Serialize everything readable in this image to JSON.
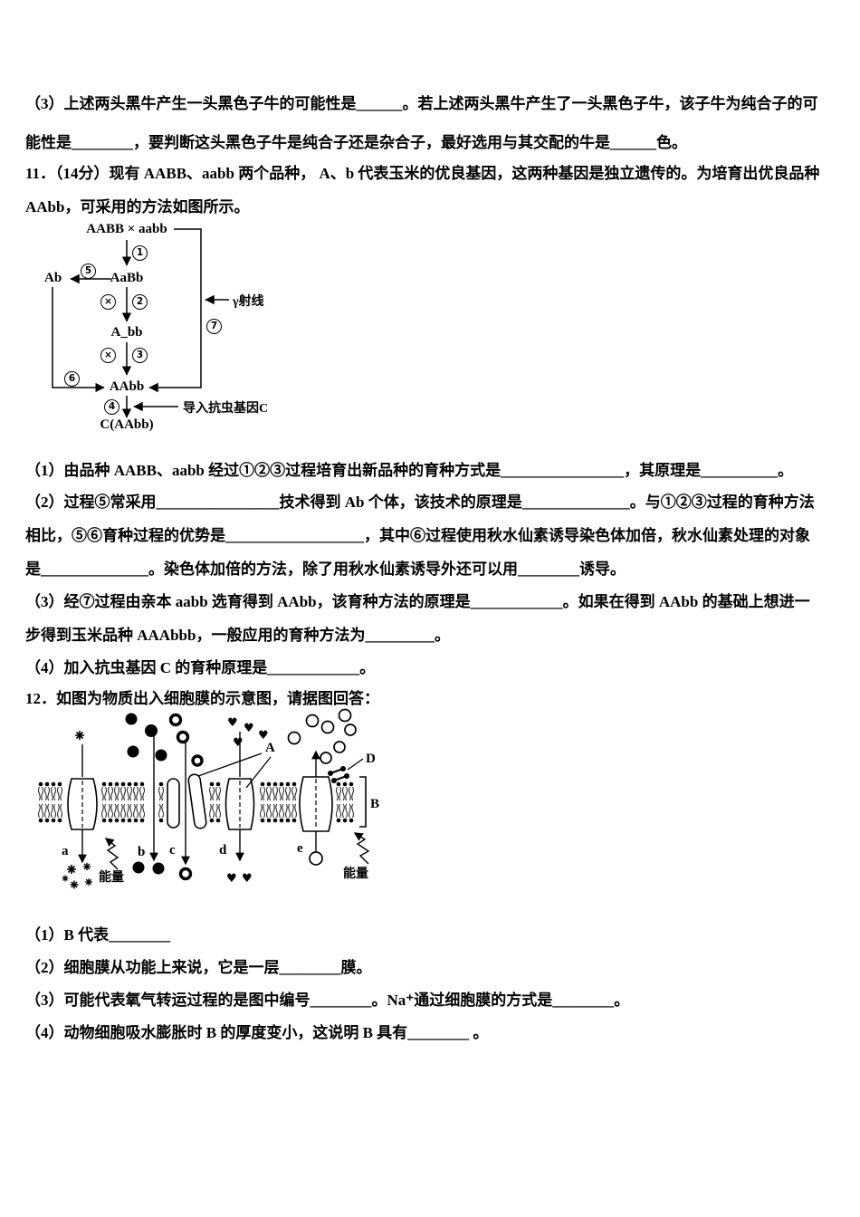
{
  "doc": {
    "q10c": {
      "l1": "（3）上述两头黑牛产生一头黑色子牛的可能性是______。若上述两头黑牛产生了一头黑色子牛，该子牛为纯合子的可",
      "l2": "能性是________，要判断这头黑色子牛是纯合子还是杂合子，最好选用与其交配的牛是______色。"
    },
    "q11": {
      "head1": "11．（14分）现有 AABB、aabb 两个品种， A、b 代表玉米的优良基因，这两种基因是独立遗传的。为培育出优良品种",
      "head2": "AAbb，可采用的方法如图所示。",
      "diagram": {
        "parents": "AABB × aabb",
        "f1": "AaBb",
        "f2": "A_bb",
        "target": "AAbb",
        "final": "C(AAbb)",
        "gamete": "Ab",
        "steps": {
          "s1": "1",
          "s2": "2",
          "s3": "3",
          "s4": "4",
          "s5": "5",
          "s6": "6",
          "s7": "7"
        },
        "selfing": "×",
        "gamma": "γ射线",
        "insert": "导入抗虫基因C"
      },
      "q1": "（1）由品种 AABB、aabb 经过①②③过程培育出新品种的育种方式是________________，其原理是__________。",
      "q2l1": "（2）过程⑤常采用________________技术得到 Ab 个体，该技术的原理是______________。与①②③过程的育种方法",
      "q2l2": "相比，⑤⑥育种过程的优势是__________________，其中⑥过程使用秋水仙素诱导染色体加倍，秋水仙素处理的对象",
      "q2l3": "是______________。染色体加倍的方法，除了用秋水仙素诱导外还可以用________诱导。",
      "q3l1": "（3）经⑦过程由亲本 aabb 选育得到 AAbb，该育种方法的原理是____________。如果在得到 AAbb 的基础上想进一",
      "q3l2": "步得到玉米品种 AAAbbb，一般应用的育种方法为_________。",
      "q4": "（4）加入抗虫基因 C 的育种原理是____________。"
    },
    "q12": {
      "head": "12．如图为物质出入细胞膜的示意图，请据图回答：",
      "diagram": {
        "A": "A",
        "B": "B",
        "D": "D",
        "a": "a",
        "b": "b",
        "c": "c",
        "d": "d",
        "e": "e",
        "energy": "能量",
        "heart_glyph": "♥"
      },
      "q1": "（1）B 代表________",
      "q2": "（2）细胞膜从功能上来说，它是一层________膜。",
      "q3": "（3）可能代表氧气转运过程的是图中编号________。Na⁺通过细胞膜的方式是________。",
      "q4": "（4）动物细胞吸水膨胀时 B 的厚度变小，这说明 B 具有________ 。"
    }
  }
}
